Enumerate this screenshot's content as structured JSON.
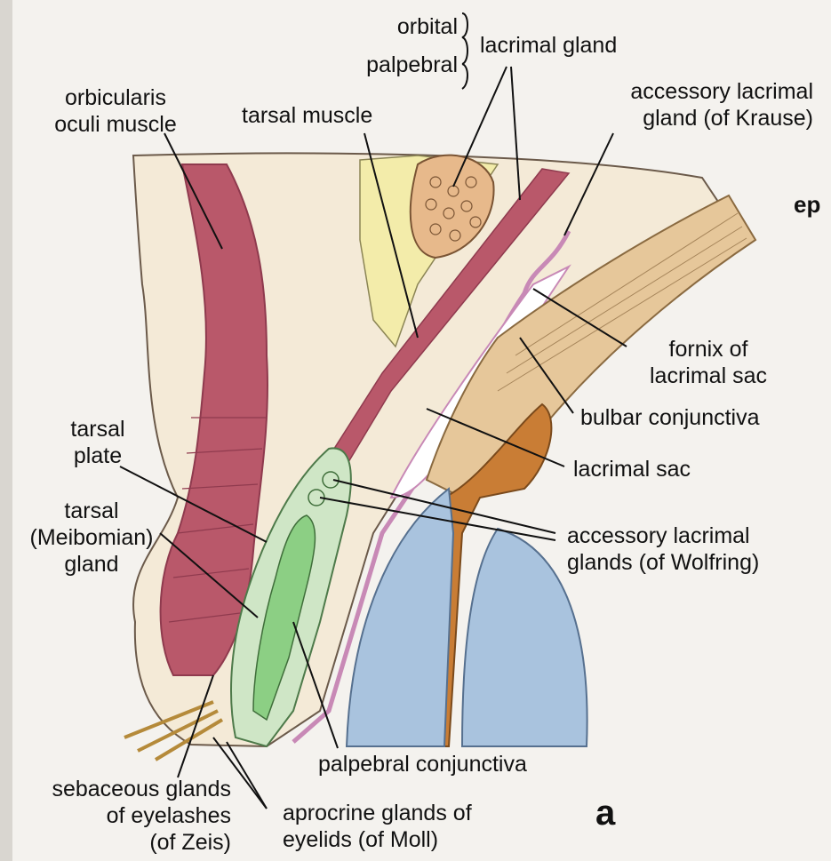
{
  "figure_letter": "a",
  "corner_tag": "ep",
  "labels": {
    "orbital": "orbital",
    "palpebral": "palpebral",
    "lacrimal_gland": "lacrimal gland",
    "orbicularis_line1": "orbicularis",
    "orbicularis_line2": "oculi muscle",
    "tarsal_muscle": "tarsal muscle",
    "krause_line1": "accessory lacrimal",
    "krause_line2": "gland (of Krause)",
    "fornix_line1": "fornix of",
    "fornix_line2": "lacrimal sac",
    "bulbar_conjunctiva": "bulbar conjunctiva",
    "tarsal_plate_line1": "tarsal",
    "tarsal_plate_line2": "plate",
    "lacrimal_sac": "lacrimal sac",
    "meibomian_line1": "tarsal",
    "meibomian_line2": "(Meibomian)",
    "meibomian_line3": "gland",
    "wolfring_line1": "accessory lacrimal",
    "wolfring_line2": "glands (of Wolfring)",
    "palpebral_conjunctiva": "palpebral conjunctiva",
    "zeis_line1": "sebaceous glands",
    "zeis_line2": "of eyelashes",
    "zeis_line3": "(of Zeis)",
    "moll_line1": "aprocrine glands of",
    "moll_line2": "eyelids (of Moll)"
  },
  "colors": {
    "background": "#f4f2ee",
    "skin": "#f4ead7",
    "muscle": "#b9586a",
    "muscle_dark": "#8f3a4e",
    "gland_yellow": "#f3ecaa",
    "gland_tan": "#e7b98b",
    "tarsal_green": "#cfe6c6",
    "meibomian_green": "#8ccf84",
    "conjunctiva_pink": "#c889b6",
    "cornea_blue": "#a9c3de",
    "sclera_tan": "#e6c79a",
    "brown": "#c97d35",
    "line": "#111111"
  }
}
